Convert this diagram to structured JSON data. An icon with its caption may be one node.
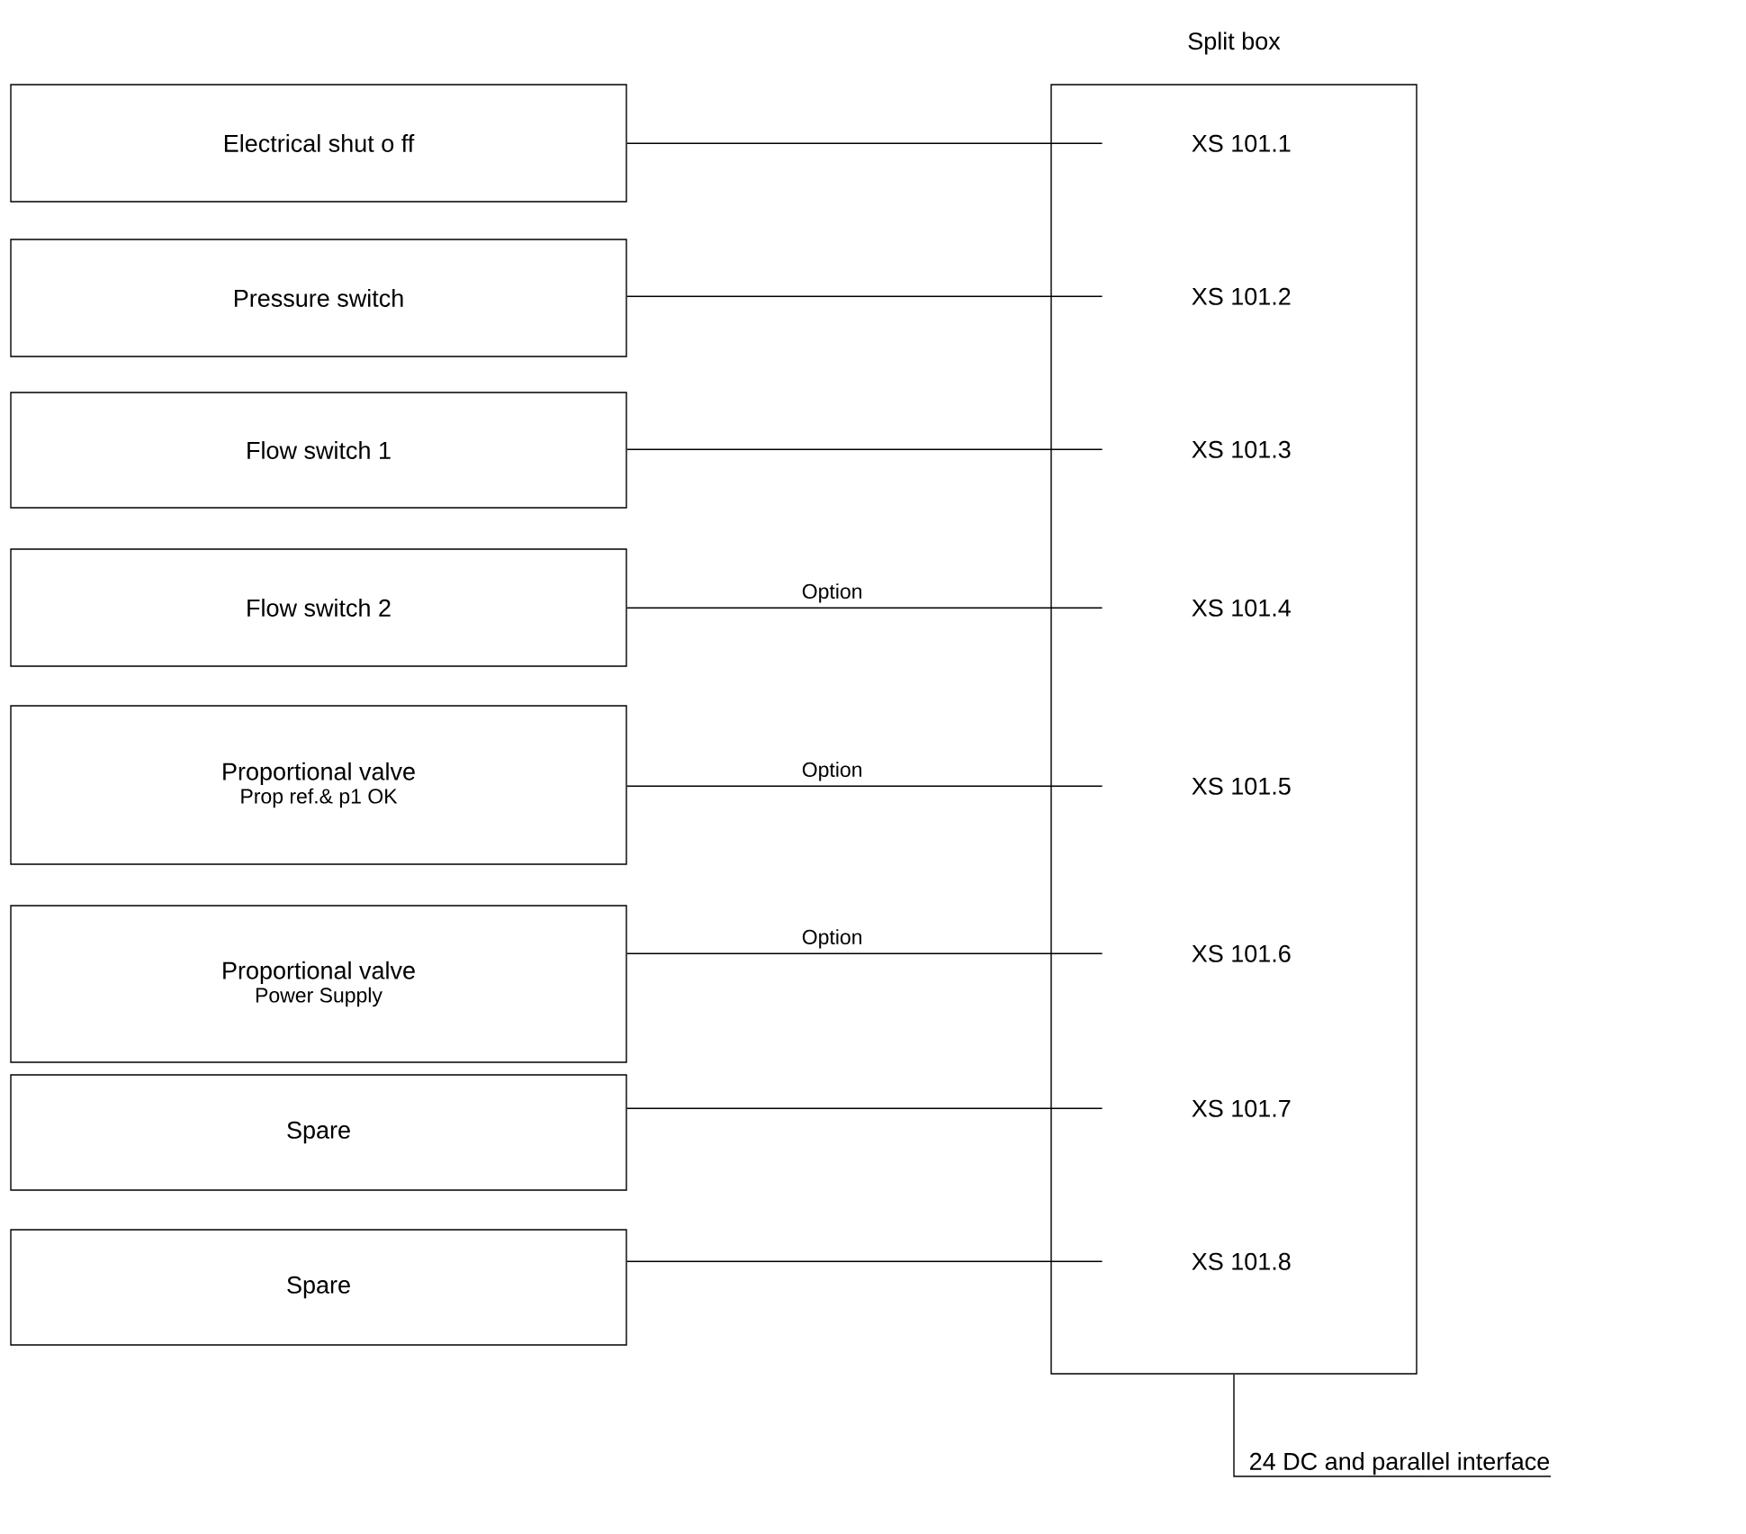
{
  "diagram": {
    "nodes": [
      {
        "text": [
          "Split box"
        ]
      },
      {
        "text": [
          "Electrical shut o ff"
        ]
      },
      {
        "text": [
          "Pressure switch"
        ]
      },
      {
        "text": [
          "Flow switch 1"
        ]
      },
      {
        "text": [
          "Flow switch 2"
        ]
      },
      {
        "text": [
          "Proportional valve",
          "Prop ref.& p1 OK"
        ]
      },
      {
        "text": [
          "Proportional valve",
          "Power Supply"
        ]
      },
      {
        "text": [
          "Spare"
        ]
      },
      {
        "text": [
          "Spare"
        ]
      },
      {
        "text": [
          "XS 101.1"
        ],
        "in": 0
      },
      {
        "text": [
          "XS 101.2"
        ],
        "in": 0
      },
      {
        "text": [
          "XS 101.3"
        ],
        "in": 0
      },
      {
        "text": [
          "XS 101.4"
        ],
        "in": 0
      },
      {
        "text": [
          "XS 101.5"
        ],
        "in": 0
      },
      {
        "text": [
          "XS 101.6"
        ],
        "in": 0
      },
      {
        "text": [
          "XS 101.7"
        ],
        "in": 0
      },
      {
        "text": [
          "XS 101.8"
        ],
        "in": 0
      },
      {
        "text": [
          "24 DC and parallel interface"
        ]
      }
    ],
    "edges": [
      {
        "from": 1,
        "to": 9,
        "arrow": "none"
      },
      {
        "from": 2,
        "to": 10,
        "arrow": "none"
      },
      {
        "from": 3,
        "to": 11,
        "arrow": "none"
      },
      {
        "from": 4,
        "to": 12,
        "arrow": "none",
        "label": "Option"
      },
      {
        "from": 5,
        "to": 13,
        "arrow": "none",
        "label": "Option"
      },
      {
        "from": 6,
        "to": 14,
        "arrow": "none",
        "label": "Option"
      },
      {
        "from": 7,
        "to": 15,
        "arrow": "none"
      },
      {
        "from": 8,
        "to": 16,
        "arrow": "none"
      },
      {
        "from": 0,
        "to": 17,
        "arrow": "none"
      }
    ]
  }
}
